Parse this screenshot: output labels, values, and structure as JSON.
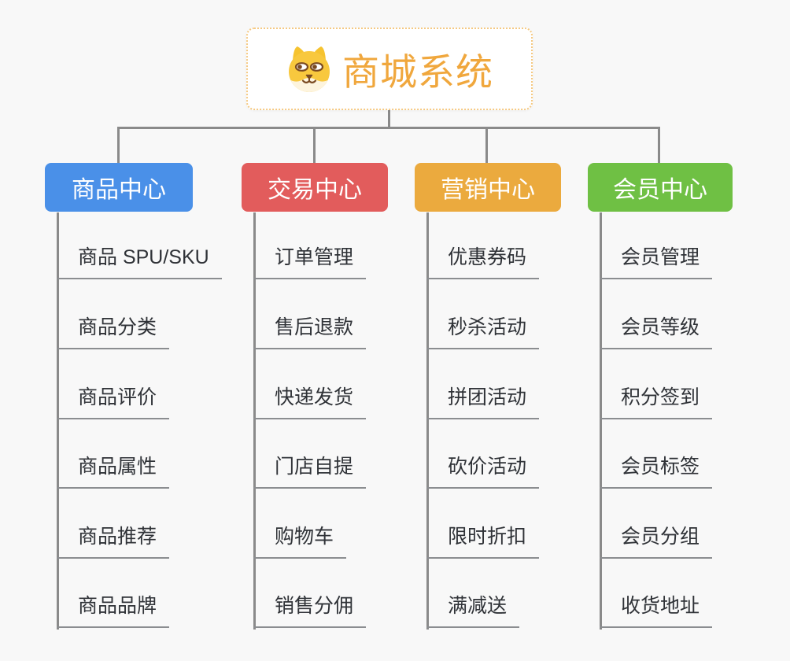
{
  "root": {
    "title": "商城系统",
    "icon": "shiba-dog-icon"
  },
  "colors": {
    "background": "#f8f8f8",
    "root_accent": "#f0a73d",
    "root_border": "#f5c982",
    "connector": "#8a8a8a",
    "leaf_underline": "#8b8d90",
    "leaf_text": "#2f3237"
  },
  "branches": [
    {
      "label": "商品中心",
      "color": "#4a90e8",
      "items": [
        "商品 SPU/SKU",
        "商品分类",
        "商品评价",
        "商品属性",
        "商品推荐",
        "商品品牌"
      ]
    },
    {
      "label": "交易中心",
      "color": "#e25c5c",
      "items": [
        "订单管理",
        "售后退款",
        "快递发货",
        "门店自提",
        "购物车",
        "销售分佣"
      ]
    },
    {
      "label": "营销中心",
      "color": "#ebaa3e",
      "items": [
        "优惠券码",
        "秒杀活动",
        "拼团活动",
        "砍价活动",
        "限时折扣",
        "满减送"
      ]
    },
    {
      "label": "会员中心",
      "color": "#6fc044",
      "items": [
        "会员管理",
        "会员等级",
        "积分签到",
        "会员标签",
        "会员分组",
        "收货地址"
      ]
    }
  ]
}
